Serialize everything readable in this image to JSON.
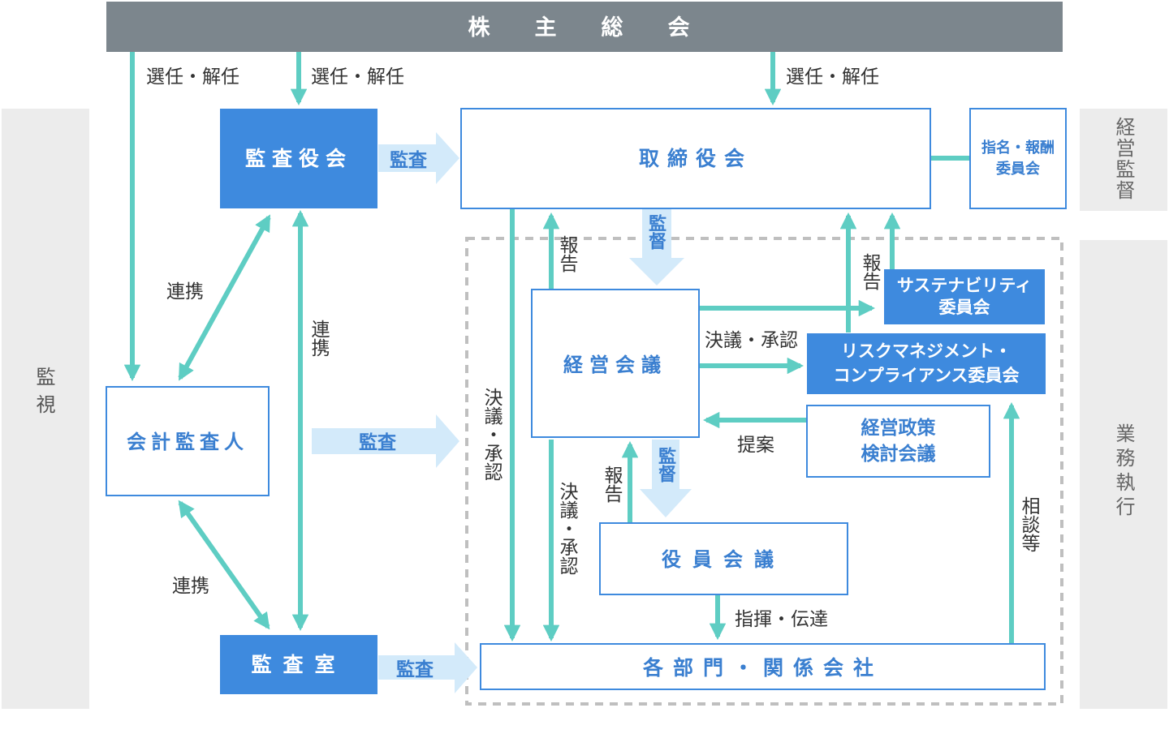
{
  "shareholders": "株　主　総　会",
  "side_labels": {
    "kanshi": "監\n視",
    "keiei_kantoku": "経営監督",
    "gyomu_shikko": "業務執行"
  },
  "boxes": {
    "audit_board": "監査役会",
    "board_of_directors": "取締役会",
    "nomination": "指名・報酬\n委員会",
    "management_meeting": "経営会議",
    "sustainability": "サステナビリティ\n委員会",
    "risk_compliance": "リスクマネジメント・\nコンプライアンス委員会",
    "policy_review": "経営政策\n検討会議",
    "accounting_auditor": "会計監査人",
    "officers_meeting": "役員会議",
    "internal_audit": "監査室",
    "departments": "各部門・関係会社"
  },
  "labels": {
    "appoint_dismiss": "選任・解任",
    "audit": "監査",
    "supervise": "監督",
    "collab": "連携",
    "report": "報告",
    "resolve_approve": "決議・承認",
    "propose": "提案",
    "consult": "相談等",
    "direct_transmit": "指揮・伝達"
  },
  "colors": {
    "teal": "#5ecdc3",
    "blue": "#3e8ade",
    "light_blue_arrow": "#d3eafa",
    "grey_bar": "#7c868d",
    "side_grey": "#ececec"
  }
}
